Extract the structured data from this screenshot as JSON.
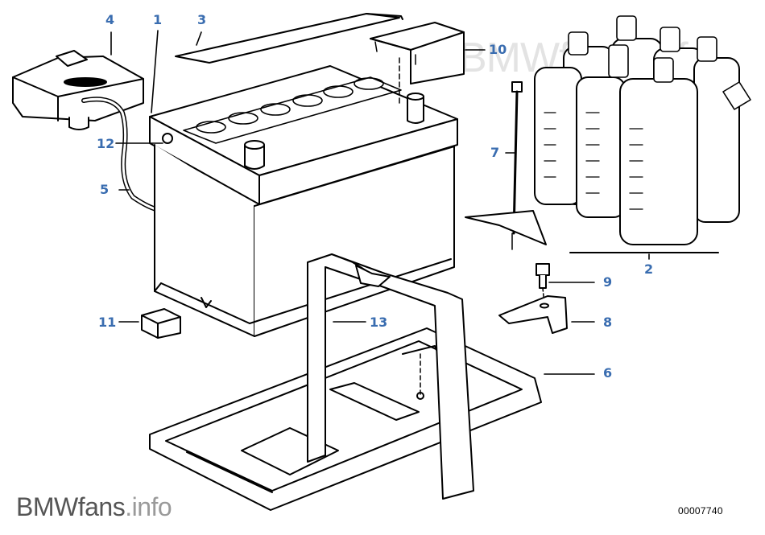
{
  "diagram": {
    "watermark_top": "BMWfans.info",
    "watermark_bottom_prefix": "BMWfans",
    "watermark_bottom_suffix": ".info",
    "part_number": "00007740",
    "line_color": "#000000",
    "callout_color": "#3a6db0",
    "callouts": [
      {
        "id": "1",
        "label": "1"
      },
      {
        "id": "2",
        "label": "2"
      },
      {
        "id": "3",
        "label": "3"
      },
      {
        "id": "4",
        "label": "4"
      },
      {
        "id": "5",
        "label": "5"
      },
      {
        "id": "6",
        "label": "6"
      },
      {
        "id": "7",
        "label": "7"
      },
      {
        "id": "8",
        "label": "8"
      },
      {
        "id": "9",
        "label": "9"
      },
      {
        "id": "10",
        "label": "10"
      },
      {
        "id": "11",
        "label": "11"
      },
      {
        "id": "12",
        "label": "12"
      },
      {
        "id": "13",
        "label": "13"
      }
    ]
  }
}
